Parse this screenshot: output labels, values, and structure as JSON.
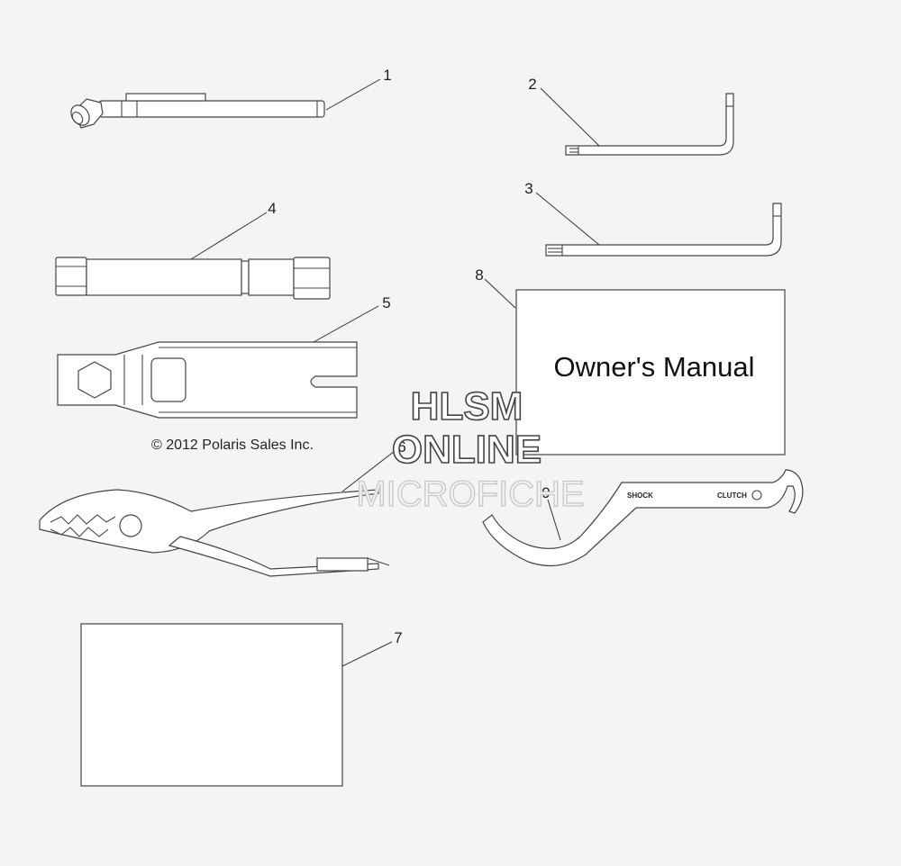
{
  "callouts": [
    "1",
    "2",
    "3",
    "4",
    "5",
    "6",
    "7",
    "8",
    "9"
  ],
  "manual_title": "Owner's Manual",
  "copyright": "© 2012 Polaris Sales Inc.",
  "hook_wrench_labels": {
    "shock": "SHOCK",
    "clutch": "CLUTCH"
  },
  "watermark": {
    "line1": "HLSM",
    "line2": "ONLINE",
    "line3": "MICROFICHE"
  }
}
